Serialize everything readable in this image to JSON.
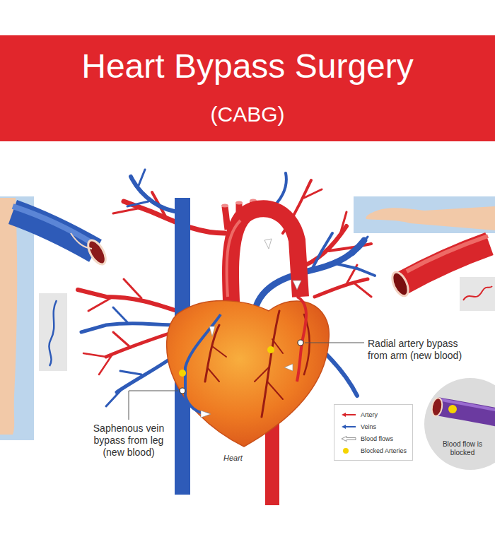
{
  "diagram": {
    "title": "Heart Bypass Surgery",
    "nodes": [
      {
        "text": [
          "Blood flow is blocked"
        ]
      }
    ],
    "labels": [
      "(CABG)",
      "Radial artery bypass from arm (new blood)",
      "Saphenous vein bypass from leg (new blood)",
      "Heart"
    ],
    "legend": [
      {
        "text": "Artery"
      },
      {
        "text": "Veins"
      },
      {
        "text": "Blood flows"
      },
      {
        "text": "Blocked Arteries",
        "color": "#f5d400"
      }
    ]
  }
}
